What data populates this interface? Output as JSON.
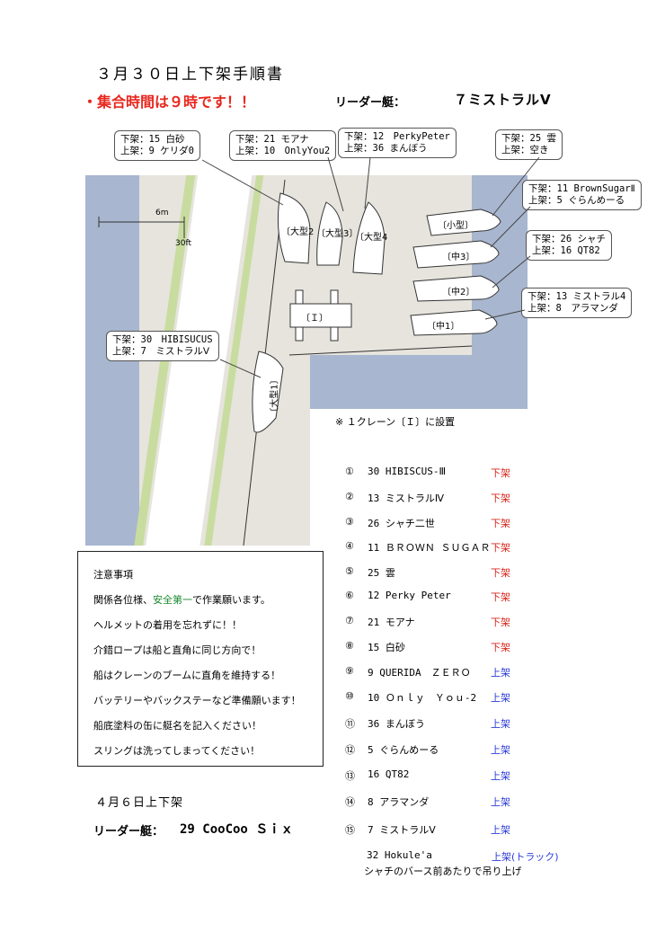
{
  "header": {
    "title": "３月３０日上下架手順書",
    "notice": "・集合時間は９時です！！",
    "leader_label": "リーダー艇：",
    "leader_value": "７ミストラルⅤ"
  },
  "map": {
    "scale_m": "6m",
    "scale_ft": "30ft",
    "crane_label": "〔Ｉ〕",
    "boats": {
      "large1": "〔大型1〕",
      "large2": "〔大型2",
      "large3": "〔大型3〕",
      "large4": "〔大型4",
      "small": "〔小型〕",
      "mid3": "〔中3〕",
      "mid2": "〔中2〕",
      "mid1": "〔中1〕"
    },
    "callouts": [
      {
        "line1": "下架：15 白砂",
        "line2": "上架：9 ケリダ0"
      },
      {
        "line1": "下架：21 モアナ",
        "line2": "上架：10　OnlyYou2"
      },
      {
        "line1": "下架：12　PerkyPeter",
        "line2": "上架：36 まんぼう"
      },
      {
        "line1": "下架：25 雲",
        "line2": "上架：空き"
      },
      {
        "line1": "下架：11 BrownSugarⅡ",
        "line2": "上架：5 ぐらんめーる"
      },
      {
        "line1": "下架：26 シャチ",
        "line2": "上架：16 QT82"
      },
      {
        "line1": "下架：13 ミストラル4",
        "line2": "上架：8　アラマンダ"
      },
      {
        "line1": "下架：30　HIBISUCUS",
        "line2": "上架：7　ミストラルⅤ"
      }
    ]
  },
  "crane_note": "※ １クレーン〔Ｉ〕に設置",
  "schedule": [
    {
      "num": "①",
      "boat": "30 HIBISCUS-Ⅲ",
      "action": "下架",
      "type": "down"
    },
    {
      "num": "②",
      "boat": "13 ミストラルⅣ",
      "action": "下架",
      "type": "down"
    },
    {
      "num": "③",
      "boat": "26 シャチ二世",
      "action": "下架",
      "type": "down"
    },
    {
      "num": "④",
      "boat": "11 ＢＲＯＷＮ ＳＵＧＡＲ",
      "action": "下架",
      "type": "down"
    },
    {
      "num": "⑤",
      "boat": "25 雲",
      "action": "下架",
      "type": "down"
    },
    {
      "num": "⑥",
      "boat": "12 Perky Peter",
      "action": "下架",
      "type": "down"
    },
    {
      "num": "⑦",
      "boat": "21 モアナ",
      "action": "下架",
      "type": "down"
    },
    {
      "num": "⑧",
      "boat": "15 白砂",
      "action": "下架",
      "type": "down"
    },
    {
      "num": "⑨",
      "boat": " 9 QUERIDA　ＺＥＲＯ",
      "action": "上架",
      "type": "up"
    },
    {
      "num": "⑩",
      "boat": "10 Ｏｎｌｙ　Ｙｏｕ-2",
      "action": "上架",
      "type": "up"
    },
    {
      "num": "⑪",
      "boat": "36 まんぼう",
      "action": "上架",
      "type": "up"
    },
    {
      "num": "⑫",
      "boat": " 5 ぐらんめーる",
      "action": "上架",
      "type": "up"
    },
    {
      "num": "⑬",
      "boat": "16 QT82",
      "action": "上架",
      "type": "up"
    },
    {
      "num": "⑭",
      "boat": " 8 アラマンダ",
      "action": "上架",
      "type": "up"
    },
    {
      "num": "⑮",
      "boat": " 7 ミストラルⅤ",
      "action": "上架",
      "type": "up"
    }
  ],
  "caution": {
    "heading": "注意事項",
    "line1_pre": "関係各位様、",
    "line1_safe": "安全第一",
    "line1_post": "で作業願います。",
    "line2": "ヘルメットの着用を忘れずに！！",
    "line3": "介錯ロープは船と直角に同じ方向で！",
    "line4": "船はクレーンのブームに直角を維持する！",
    "line5": "バッテリーやバックステーなど準備願います！",
    "line6": "船底塗料の缶に艇名を記入ください！",
    "line7": "スリングは洗ってしまってください！"
  },
  "april": {
    "title": "４月６日上下架",
    "leader_label": "リーダー艇：",
    "leader_value": "29 CooCoo Ｓｉｘ"
  },
  "extra": {
    "boat": "32 Hokule'a",
    "action": "上架(トラック)",
    "note": "シャチのバース前あたりで吊り上げ"
  }
}
